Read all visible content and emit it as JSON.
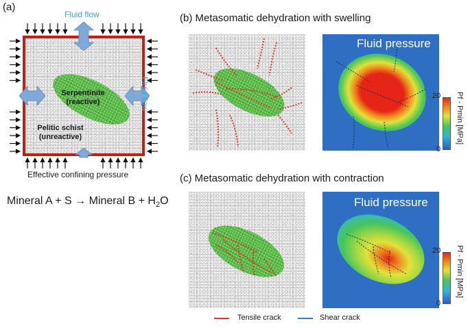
{
  "panel_a": {
    "label": "(a)",
    "fluid_flow_top": "Fluid flow",
    "fluid_flow_right": "Fluid flow",
    "serpentinite_line1": "Serpentinite",
    "serpentinite_line2": "(reactive)",
    "schist_line1": "Pelitic schist",
    "schist_line2": "(unreactive)",
    "confining": "Effective confining pressure",
    "equation": {
      "left": "Mineral A + S → Mineral B + H",
      "subscript": "2",
      "right": "O"
    }
  },
  "panel_b": {
    "heading": "(b) Metasomatic dehydration with swelling",
    "fluid_title": "Fluid pressure",
    "cb_max": "20",
    "cb_min": "0",
    "cb_label": "Pf - Pmin [MPa]"
  },
  "panel_c": {
    "heading": "(c) Metasomatic dehydration with contraction",
    "fluid_title": "Fluid pressure",
    "cb_max": "20",
    "cb_min": "0",
    "cb_label": "Pf - Pmin [MPa]"
  },
  "legend": {
    "tensile": "Tensile crack",
    "shear": "Shear crack",
    "tensile_color": "#d9372a",
    "shear_color": "#2d7fc0"
  },
  "colors": {
    "frame": "#c0201a",
    "serpentinite": "#59b847",
    "fluid_background": "#2e6fc3",
    "flow_arrow": "#7fa9d8"
  }
}
